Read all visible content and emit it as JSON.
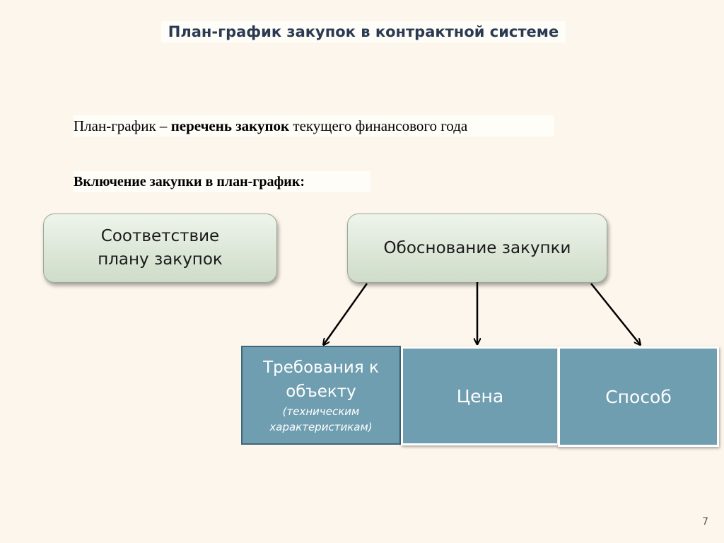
{
  "title": "План-график закупок в контрактной системе",
  "definition": {
    "prefix": "План-график – ",
    "bold": "перечень закупок",
    "suffix": " текущего финансового года"
  },
  "inclusion_heading": "Включение закупки в план-график:",
  "boxes": {
    "plan_match": {
      "line1": "Соответствие",
      "line2": "плану закупок"
    },
    "justification": "Обоснование закупки"
  },
  "children": {
    "requirements": {
      "line1": "Требования к",
      "line2": "объекту",
      "sub1": "(техническим",
      "sub2": "характеристикам)"
    },
    "price": "Цена",
    "method": "Способ"
  },
  "page_number": "7"
}
